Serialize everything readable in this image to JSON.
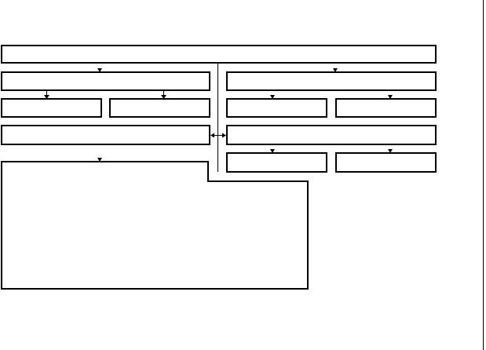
{
  "diagram": {
    "kind": "block-diagram",
    "labels_present": false,
    "colors": {
      "stroke": "#000000",
      "background": "#ffffff"
    },
    "nodes": [
      {
        "id": "top-bar"
      },
      {
        "id": "left-section"
      },
      {
        "id": "right-section"
      },
      {
        "id": "left-child-a"
      },
      {
        "id": "left-child-b"
      },
      {
        "id": "right-child-a"
      },
      {
        "id": "right-child-b"
      },
      {
        "id": "left-middle-bar"
      },
      {
        "id": "right-middle-bar"
      },
      {
        "id": "right-bottom-a"
      },
      {
        "id": "right-bottom-b"
      },
      {
        "id": "large-panel"
      }
    ],
    "edges": [
      {
        "from": "top-bar",
        "to": "left-section",
        "type": "arrow"
      },
      {
        "from": "top-bar",
        "to": "right-section",
        "type": "arrow"
      },
      {
        "from": "left-section",
        "to": "left-child-a",
        "type": "arrow"
      },
      {
        "from": "left-section",
        "to": "left-child-b",
        "type": "arrow"
      },
      {
        "from": "right-section",
        "to": "right-child-a",
        "type": "arrow"
      },
      {
        "from": "right-section",
        "to": "right-child-b",
        "type": "arrow"
      },
      {
        "from": "left-middle-bar",
        "to": "right-middle-bar",
        "type": "bidirectional"
      },
      {
        "from": "right-middle-bar",
        "to": "right-bottom-a",
        "type": "arrow"
      },
      {
        "from": "right-middle-bar",
        "to": "right-bottom-b",
        "type": "arrow"
      },
      {
        "from": "left-middle-bar",
        "to": "large-panel",
        "type": "arrow"
      }
    ]
  }
}
